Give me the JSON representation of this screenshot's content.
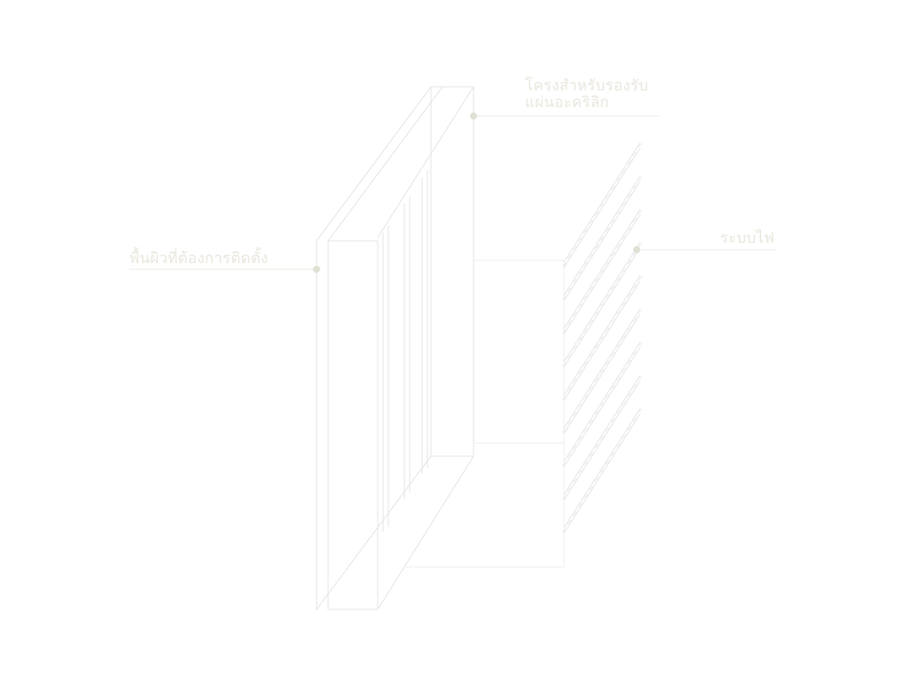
{
  "labels": {
    "frame": {
      "line1": "โครงสำหรับรองรับ",
      "line2": "แผ่นอะคริลิก"
    },
    "surface": "พื้นผิวที่ต้องการติดตั้ง",
    "light_system": "ระบบไฟ"
  },
  "colors": {
    "stroke": "#e4e4e4",
    "label_text": "#e9e7dd",
    "marker": "#e0e0d5"
  }
}
